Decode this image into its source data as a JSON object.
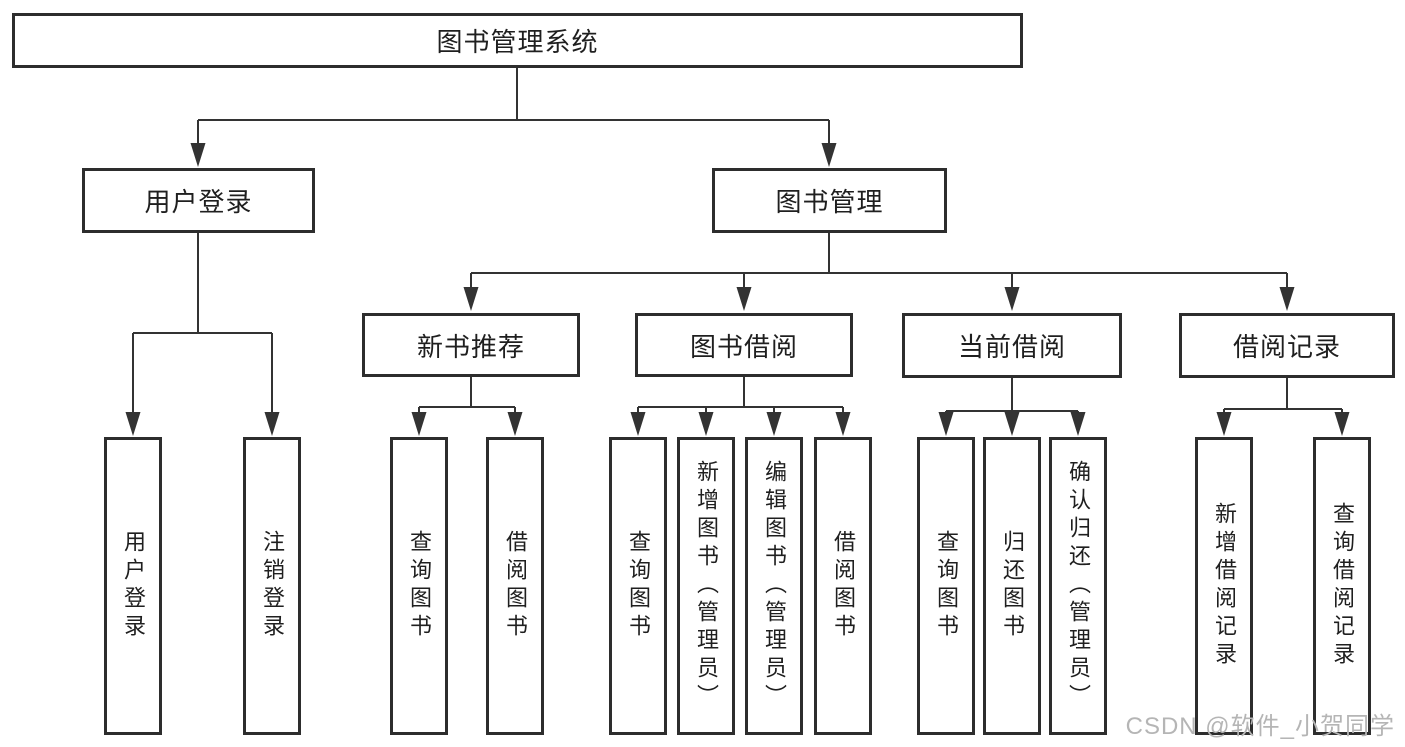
{
  "tree": {
    "root": {
      "label": "图书管理系统"
    },
    "branches": [
      {
        "label": "用户登录",
        "children": [
          {
            "label": "用户登录"
          },
          {
            "label": "注销登录"
          }
        ]
      },
      {
        "label": "图书管理",
        "children": [
          {
            "label": "新书推荐",
            "children": [
              {
                "label": "查询图书"
              },
              {
                "label": "借阅图书"
              }
            ]
          },
          {
            "label": "图书借阅",
            "children": [
              {
                "label": "查询图书"
              },
              {
                "label": "新增图书（管理员）"
              },
              {
                "label": "编辑图书（管理员）"
              },
              {
                "label": "借阅图书"
              }
            ]
          },
          {
            "label": "当前借阅",
            "children": [
              {
                "label": "查询图书"
              },
              {
                "label": "归还图书"
              },
              {
                "label": "确认归还（管理员）"
              }
            ]
          },
          {
            "label": "借阅记录",
            "children": [
              {
                "label": "新增借阅记录"
              },
              {
                "label": "查询借阅记录"
              }
            ]
          }
        ]
      }
    ]
  },
  "watermark": {
    "text": "CSDN @软件_小贺同学"
  },
  "colors": {
    "line": "#333333",
    "box_border": "#2d2d2d",
    "box_fill": "#ffffff",
    "text": "#1f1f1f",
    "watermark": "#b5b5b5",
    "background": "#ffffff"
  }
}
